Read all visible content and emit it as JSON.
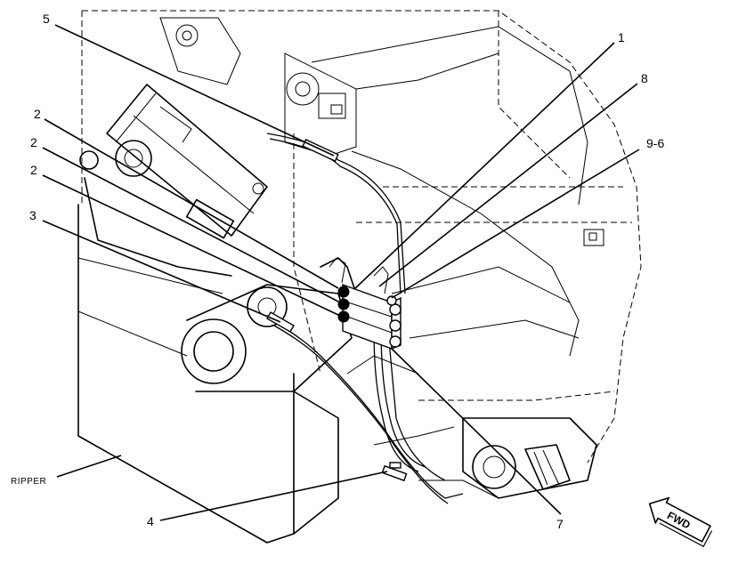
{
  "callouts": [
    {
      "id": "c5",
      "text": "5"
    },
    {
      "id": "c1",
      "text": "1"
    },
    {
      "id": "c8",
      "text": "8"
    },
    {
      "id": "c9_6",
      "text": "9-6"
    },
    {
      "id": "c2a",
      "text": "2"
    },
    {
      "id": "c2b",
      "text": "2"
    },
    {
      "id": "c2c",
      "text": "2"
    },
    {
      "id": "c3",
      "text": "3"
    },
    {
      "id": "c4",
      "text": "4"
    },
    {
      "id": "c7",
      "text": "7"
    }
  ],
  "labels": {
    "ripper": "RIPPER",
    "fwd": "FWD"
  },
  "colors": {
    "line": "#000000",
    "background": "#ffffff"
  }
}
